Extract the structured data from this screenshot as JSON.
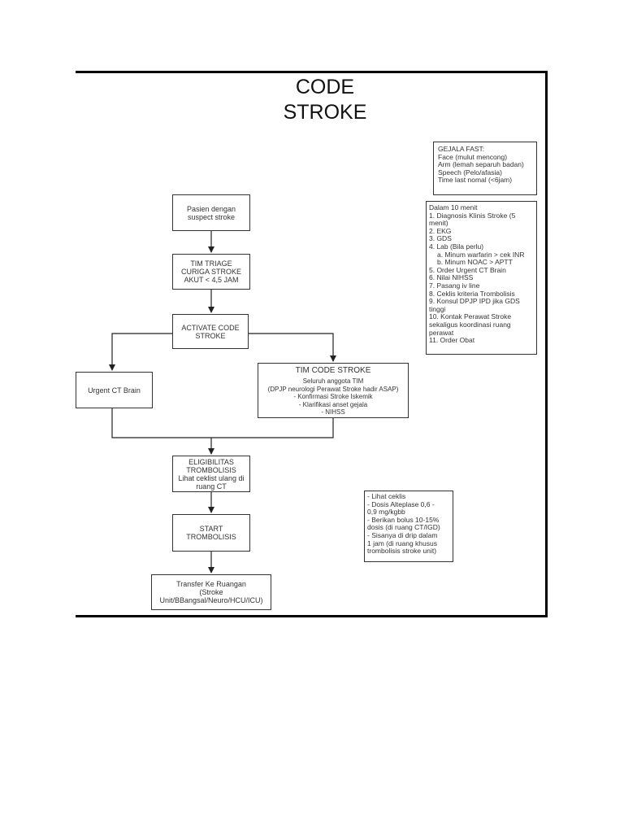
{
  "title": {
    "line1": "CODE",
    "line2": "STROKE"
  },
  "nodes": {
    "pasien": "Pasien dengan\nsuspect stroke",
    "triage": "TIM TRIAGE\nCURIGA STROKE\nAKUT < 4,5 JAM",
    "activate": "ACTIVATE CODE\nSTROKE",
    "urgent_ct": "Urgent CT Brain",
    "tim_code": {
      "header": "TIM CODE STROKE",
      "lines": [
        "Seluruh anggota TIM",
        "(DPJP neurologi Perawat Stroke hadir ASAP)",
        "- Konfirmasi Stroke Iskemik",
        "- Klarifikasi anset gejala",
        "- NIHSS"
      ]
    },
    "eligibilitas": "ELIGIBILITAS\nTROMBOLISIS\nLihat ceklist ulang di\nruang CT",
    "start": "START\nTROMBOLISIS",
    "transfer": "Transfer Ke Ruangan\n(Stroke\nUnit/BBangsal/Neuro/HCU/ICU)"
  },
  "fast_panel": {
    "lines": [
      "GEJALA FAST:",
      "Face (mulut mencong)",
      "Arm (lemah separuh badan)",
      "Speech (Pelo/afasia)",
      "Time last nomal (<6jam)"
    ]
  },
  "ten_min_panel": {
    "lines": [
      "Dalam 10 menit",
      "1. Diagnosis Klinis Stroke (5",
      "menit)",
      "2. EKG",
      "3. GDS",
      "4. Lab (Bila perlu)",
      "a. Minum warfarin > cek INR",
      "b. Minum NOAC > APTT",
      "5. Order Urgent CT Brain",
      "6. Nilai NIHSS",
      "7. Pasang iv line",
      "8. Ceklis kriteria Trombolisis",
      "9. Konsul DPJP IPD jika GDS",
      "tinggi",
      "10. Kontak Perawat Stroke",
      "sekaligus koordinasi ruang",
      "perawat",
      "11. Order Obat"
    ]
  },
  "alteplase_panel": {
    "lines": [
      "- Lihat ceklis",
      "- Dosis Alteplase 0,6 -",
      "0,9 mg/kgbb",
      "- Berikan bolus 10-15%",
      "dosis (di ruang CT/IGD)",
      "- Sisanya di drip dalam",
      "1 jam (di ruang khusus",
      "trombolisis stroke unit)"
    ]
  },
  "colors": {
    "line": "#222222",
    "border": "#000000"
  }
}
